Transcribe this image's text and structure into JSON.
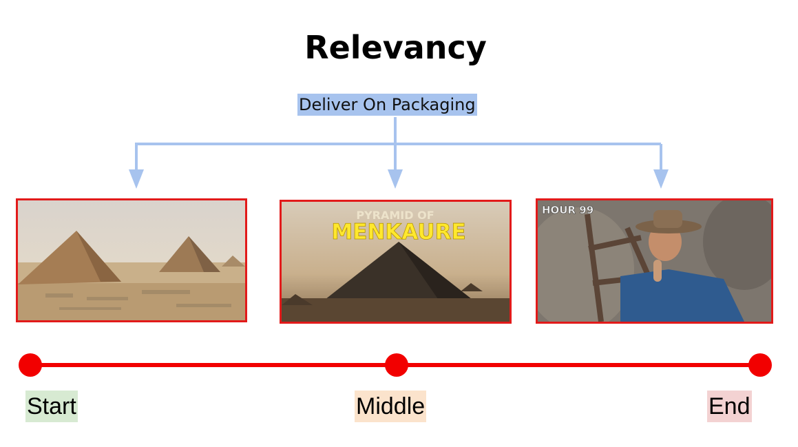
{
  "title": "Relevancy",
  "subtitle": "Deliver On Packaging",
  "colors": {
    "connector": "#a7c3ee",
    "timeline": "#f20000",
    "frame": "#e21a1a",
    "start_bg": "#d7ead2",
    "middle_bg": "#fbe3cc",
    "end_bg": "#f3d2d2"
  },
  "thumbnails": [
    {
      "label_lines": []
    },
    {
      "label_lines": [
        "PYRAMID OF",
        "MENKAURE"
      ]
    },
    {
      "label_lines": [
        "HOUR 99"
      ]
    }
  ],
  "timeline": {
    "labels": [
      "Start",
      "Middle",
      "End"
    ]
  }
}
